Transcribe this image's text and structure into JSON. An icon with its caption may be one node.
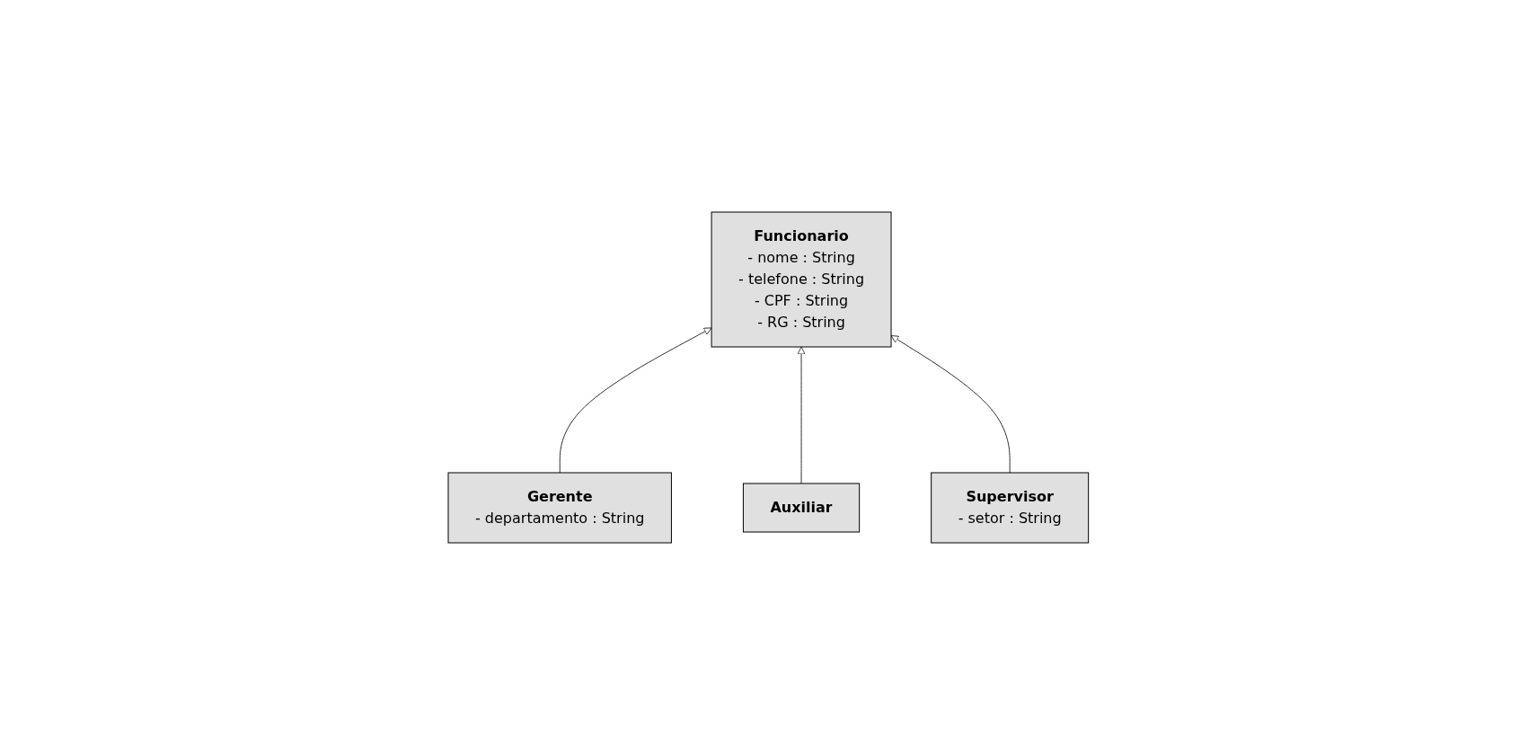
{
  "diagram": {
    "nodes": [
      {
        "text": [
          "Funcionario",
          "- nome : String",
          "- telefone : String",
          "- CPF : String",
          "- RG : String"
        ]
      },
      {
        "text": [
          "Gerente",
          "- departamento : String"
        ]
      },
      {
        "text": [
          "Auxiliar"
        ]
      },
      {
        "text": [
          "Supervisor",
          "- setor : String"
        ]
      }
    ],
    "edges": [
      {
        "from": 1,
        "to": 0,
        "arrow": "to"
      },
      {
        "from": 2,
        "to": 0,
        "arrow": "to"
      },
      {
        "from": 3,
        "to": 0,
        "arrow": "to"
      }
    ]
  }
}
